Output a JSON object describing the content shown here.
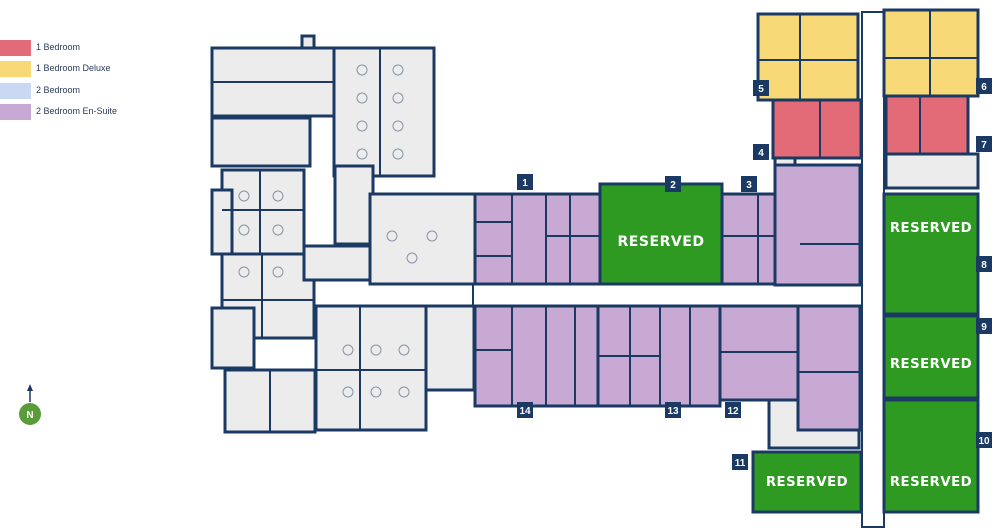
{
  "legend": [
    {
      "label": "1 Bedroom",
      "color": "#e26b77"
    },
    {
      "label": "1 Bedroom Deluxe",
      "color": "#f7d977"
    },
    {
      "label": "2 Bedroom",
      "color": "#c9d9f3"
    },
    {
      "label": "2 Bedroom En-Suite",
      "color": "#c7a9d3"
    }
  ],
  "colors": {
    "wall": "#1b3a63",
    "common_floor": "#ececec",
    "reserved": "#2e9a21",
    "label_bg": "#1b3a63",
    "compass": "#5b9c3a"
  },
  "reserved_label": "RESERVED",
  "compass_label": "N",
  "units": [
    "1",
    "2",
    "3",
    "4",
    "5",
    "6",
    "7",
    "8",
    "9",
    "10",
    "11",
    "12",
    "13",
    "14"
  ]
}
